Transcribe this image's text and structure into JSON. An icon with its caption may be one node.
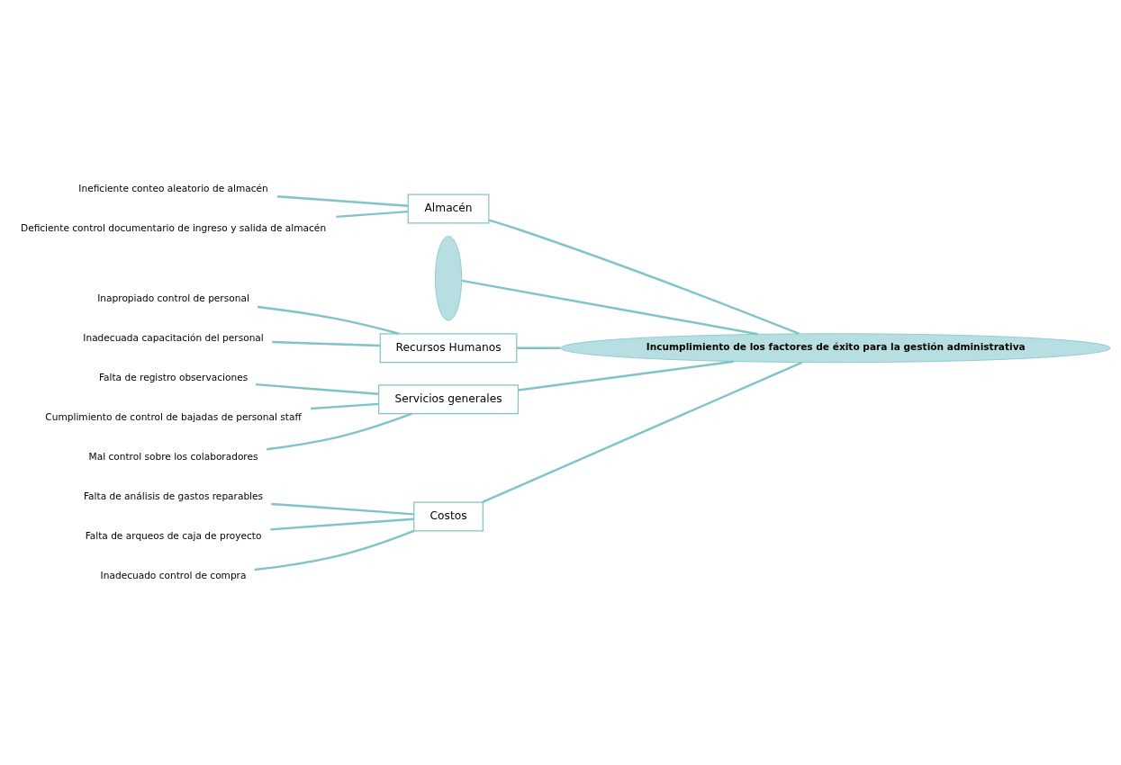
{
  "diagram": {
    "nodes": [
      {
        "text": [
          "Costos"
        ]
      },
      {
        "text": [
          "Almacén"
        ]
      },
      {
        "text": [
          "Ineficiente conteo aleatorio de almacén"
        ]
      },
      {
        "text": [
          "Falta de análisis de gastos reparables"
        ]
      },
      {
        "text": [
          "Falta de arqueos de caja de proyecto"
        ]
      },
      {
        "text": [
          "Deficiente control documentario de ingreso y salida de almacén"
        ]
      },
      {
        "text": [
          "Inadecuado control de compra"
        ]
      },
      {
        "text": [],
        "shape": "crescent"
      },
      {
        "text": [
          "Incumplimiento de los factores de éxito para la gestión administrativa"
        ]
      },
      {
        "text": [
          "Inapropiado control de personal"
        ]
      },
      {
        "text": [
          "Falta de registro observaciones"
        ]
      },
      {
        "text": [
          "Cumplimiento de control de bajadas de personal staff"
        ]
      },
      {
        "text": [
          "Inadecuada capacitación del personal"
        ]
      },
      {
        "text": [
          "Mal control sobre los colaboradores"
        ]
      },
      {
        "text": [
          "Recursos Humanos"
        ]
      },
      {
        "text": [
          "Servicios generales"
        ]
      }
    ],
    "edges": [
      {
        "from": 3,
        "to": 0,
        "arrow": "none"
      },
      {
        "from": 4,
        "to": 0,
        "arrow": "none"
      },
      {
        "from": 6,
        "to": 0,
        "arrow": "none"
      },
      {
        "from": 2,
        "to": 1,
        "arrow": "none"
      },
      {
        "from": 5,
        "to": 1,
        "arrow": "none"
      },
      {
        "from": 9,
        "to": 14,
        "arrow": "none"
      },
      {
        "from": 12,
        "to": 14,
        "arrow": "none"
      },
      {
        "from": 10,
        "to": 15,
        "arrow": "none"
      },
      {
        "from": 11,
        "to": 15,
        "arrow": "none"
      },
      {
        "from": 13,
        "to": 15,
        "arrow": "none"
      },
      {
        "from": 0,
        "to": 8,
        "arrow": "none"
      },
      {
        "from": 1,
        "to": 8,
        "arrow": "none"
      },
      {
        "from": 14,
        "to": 8,
        "arrow": "none"
      },
      {
        "from": 15,
        "to": 8,
        "arrow": "none"
      },
      {
        "from": 7,
        "to": 8,
        "arrow": "none"
      }
    ]
  }
}
